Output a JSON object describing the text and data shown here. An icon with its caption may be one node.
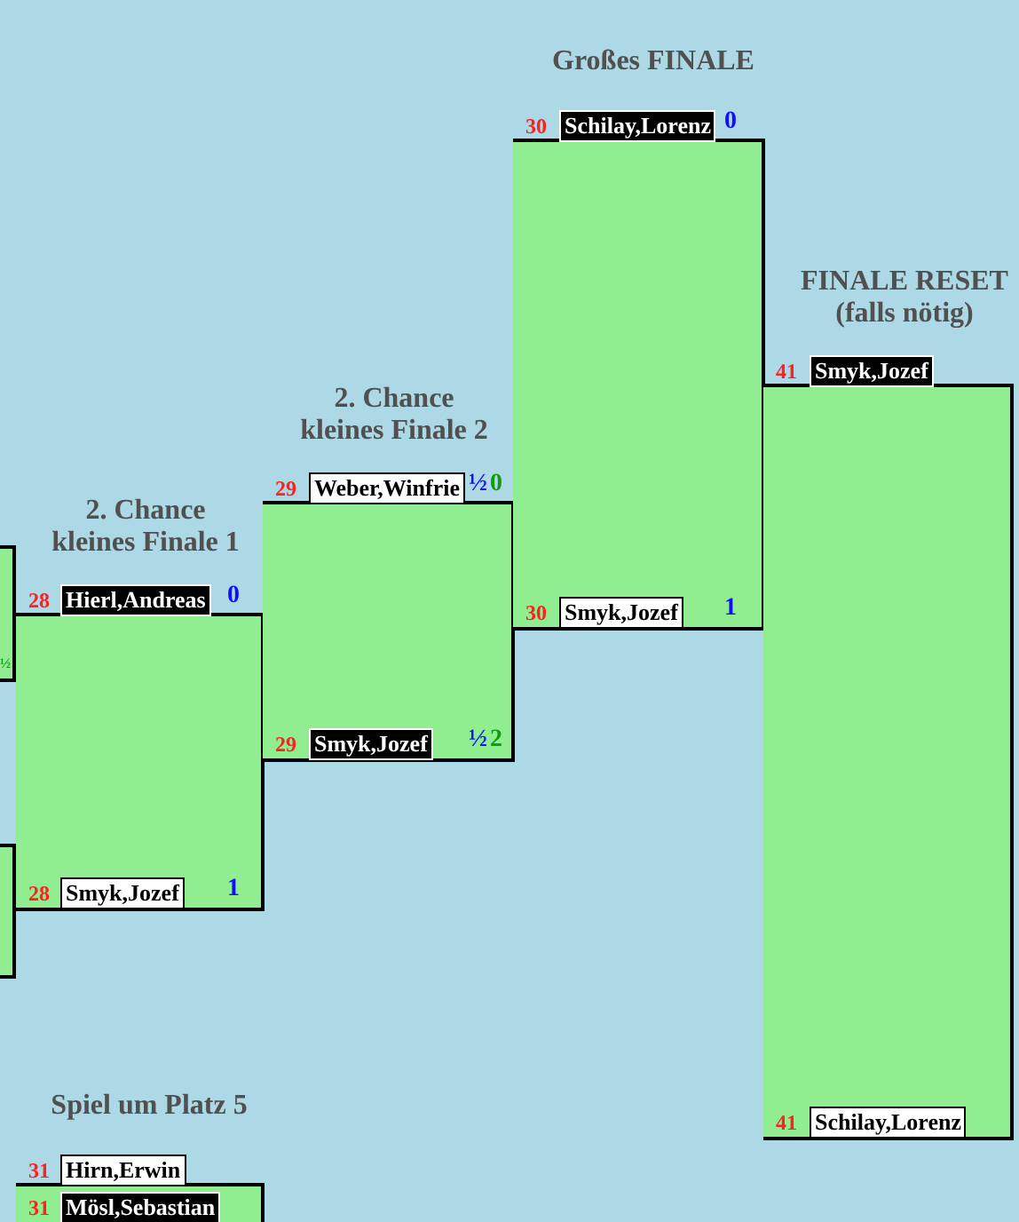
{
  "diagram": {
    "nodes": [
      {
        "text": [],
        "shape": "box"
      },
      {
        "text": [],
        "shape": "box"
      },
      {
        "text": [
          "2. Chance kleines Finale 1"
        ]
      },
      {
        "text": [
          "Hierl,Andreas"
        ],
        "beside": [
          "28",
          "0"
        ]
      },
      {
        "text": [
          "Smyk,Jozef"
        ],
        "beside": [
          "28",
          "1"
        ],
        "in": 2
      },
      {
        "text": [
          "2. Chance kleines Finale 2"
        ]
      },
      {
        "text": [
          "Weber,Winfrie"
        ],
        "beside": [
          "29",
          "½",
          "0"
        ]
      },
      {
        "text": [
          "Smyk,Jozef"
        ],
        "beside": [
          "29",
          "½",
          "2"
        ],
        "in": 5
      },
      {
        "text": [
          "Großes FINALE"
        ]
      },
      {
        "text": [
          "Schilay,Lorenz"
        ],
        "beside": [
          "30",
          "0"
        ]
      },
      {
        "text": [
          "Smyk,Jozef"
        ],
        "beside": [
          "30",
          "1"
        ],
        "in": 8
      },
      {
        "text": [
          "FINALE RESET (falls nötig)"
        ]
      },
      {
        "text": [
          "Smyk,Jozef"
        ],
        "beside": [
          "41"
        ]
      },
      {
        "text": [
          "Schilay,Lorenz"
        ],
        "beside": [
          "41"
        ],
        "in": 11
      },
      {
        "text": [
          "Spiel um Platz 5"
        ]
      },
      {
        "text": [
          "Hirn,Erwin"
        ],
        "beside": [
          "31"
        ]
      },
      {
        "text": [
          "Mösl,Sebastian"
        ],
        "beside": [
          "31"
        ],
        "in": 14
      }
    ],
    "labels": [
      "½"
    ]
  }
}
